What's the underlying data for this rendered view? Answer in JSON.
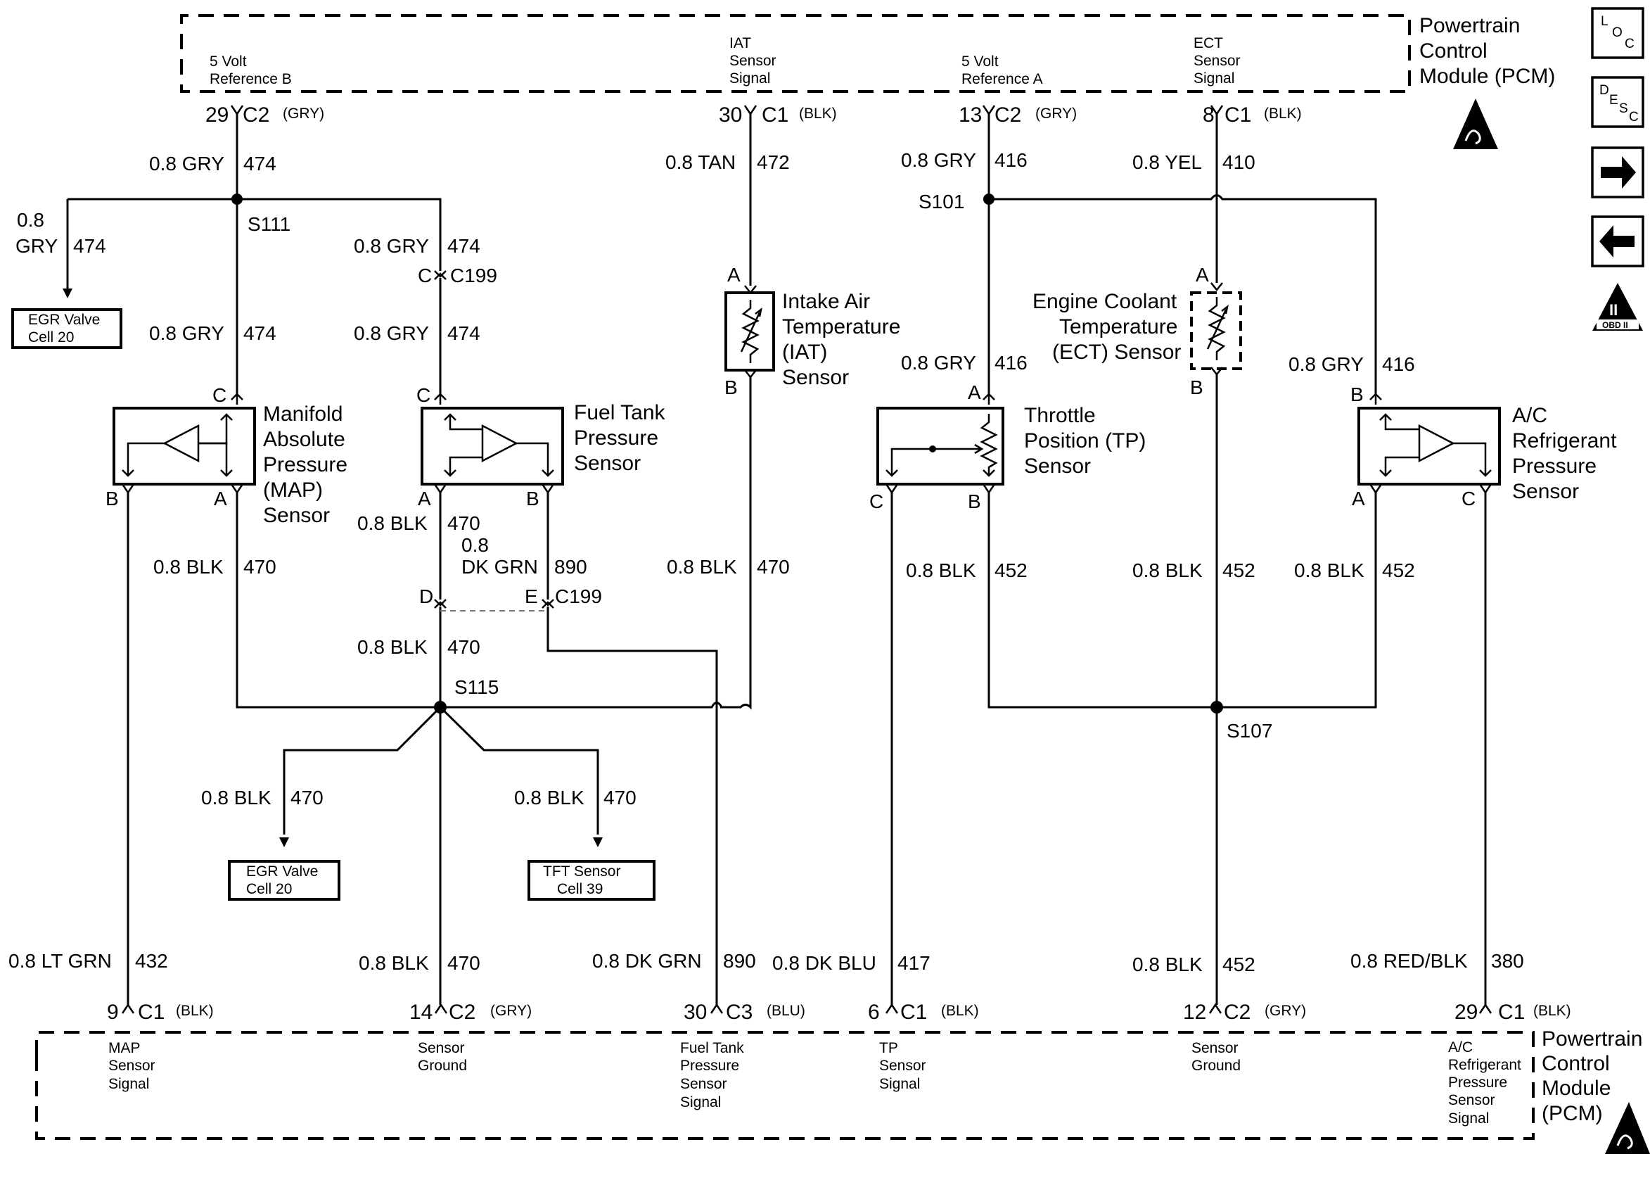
{
  "pcm_top": {
    "title_lines": [
      "Powertrain",
      "Control",
      "Module (PCM)"
    ],
    "pins": [
      {
        "lines": [
          "5 Volt",
          "Reference B"
        ],
        "pin": "29",
        "conn": "C2",
        "color": "(GRY)"
      },
      {
        "lines": [
          "IAT",
          "Sensor",
          "Signal"
        ],
        "pin": "30",
        "conn": "C1",
        "color": "(BLK)"
      },
      {
        "lines": [
          "5 Volt",
          "Reference A"
        ],
        "pin": "13",
        "conn": "C2",
        "color": "(GRY)"
      },
      {
        "lines": [
          "ECT",
          "Sensor",
          "Signal"
        ],
        "pin": "8",
        "conn": "C1",
        "color": "(BLK)"
      }
    ]
  },
  "pcm_bottom": {
    "title_lines": [
      "Powertrain",
      "Control",
      "Module",
      "(PCM)"
    ],
    "pins": [
      {
        "lines": [
          "MAP",
          "Sensor",
          "Signal"
        ],
        "pin": "9",
        "conn": "C1",
        "color": "(BLK)"
      },
      {
        "lines": [
          "Sensor",
          "Ground"
        ],
        "pin": "14",
        "conn": "C2",
        "color": "(GRY)"
      },
      {
        "lines": [
          "Fuel Tank",
          "Pressure",
          "Sensor",
          "Signal"
        ],
        "pin": "30",
        "conn": "C3",
        "color": "(BLU)"
      },
      {
        "lines": [
          "TP",
          "Sensor",
          "Signal"
        ],
        "pin": "6",
        "conn": "C1",
        "color": "(BLK)"
      },
      {
        "lines": [
          "Sensor",
          "Ground"
        ],
        "pin": "12",
        "conn": "C2",
        "color": "(GRY)"
      },
      {
        "lines": [
          "A/C",
          "Refrigerant",
          "Pressure",
          "Sensor",
          "Signal"
        ],
        "pin": "29",
        "conn": "C1",
        "color": "(BLK)"
      }
    ]
  },
  "wires": {
    "w474_top": {
      "gauge": "0.8 GRY",
      "circuit": "474"
    },
    "w474_egr": {
      "gauge_lines": [
        "0.8",
        "GRY"
      ],
      "circuit": "474"
    },
    "w474_map": {
      "gauge": "0.8 GRY",
      "circuit": "474"
    },
    "w474_ftp_upper": {
      "gauge": "0.8 GRY",
      "circuit": "474"
    },
    "w474_ftp_lower": {
      "gauge": "0.8 GRY",
      "circuit": "474"
    },
    "w472": {
      "gauge": "0.8 TAN",
      "circuit": "472"
    },
    "w416_top": {
      "gauge": "0.8 GRY",
      "circuit": "416"
    },
    "w410": {
      "gauge": "0.8 YEL",
      "circuit": "410"
    },
    "w416_tp": {
      "gauge": "0.8 GRY",
      "circuit": "416"
    },
    "w416_ac": {
      "gauge": "0.8 GRY",
      "circuit": "416"
    },
    "w470_map": {
      "gauge": "0.8 BLK",
      "circuit": "470"
    },
    "w470_ftp": {
      "gauge": "0.8 BLK",
      "circuit": "470"
    },
    "w890_ftp": {
      "gauge_lines": [
        "0.8",
        "DK GRN"
      ],
      "circuit": "890"
    },
    "w470_iat": {
      "gauge": "0.8 BLK",
      "circuit": "470"
    },
    "w470_mid": {
      "gauge": "0.8 BLK",
      "circuit": "470"
    },
    "w470_egr": {
      "gauge": "0.8 BLK",
      "circuit": "470"
    },
    "w470_tft": {
      "gauge": "0.8 BLK",
      "circuit": "470"
    },
    "w452_tp": {
      "gauge": "0.8 BLK",
      "circuit": "452"
    },
    "w452_ect": {
      "gauge": "0.8 BLK",
      "circuit": "452"
    },
    "w452_ac": {
      "gauge": "0.8 BLK",
      "circuit": "452"
    },
    "w432": {
      "gauge": "0.8 LT GRN",
      "circuit": "432"
    },
    "w470_bot": {
      "gauge": "0.8 BLK",
      "circuit": "470"
    },
    "w890_bot": {
      "gauge": "0.8 DK GRN",
      "circuit": "890"
    },
    "w417": {
      "gauge": "0.8 DK BLU",
      "circuit": "417"
    },
    "w452_bot": {
      "gauge": "0.8 BLK",
      "circuit": "452"
    },
    "w380": {
      "gauge": "0.8 RED/BLK",
      "circuit": "380"
    }
  },
  "splices": {
    "s111": "S111",
    "s115": "S115",
    "s101": "S101",
    "s107": "S107"
  },
  "connectors": {
    "c199_top": "C199",
    "c199_mid": "C199"
  },
  "components": {
    "map": {
      "lines": [
        "Manifold",
        "Absolute",
        "Pressure",
        "(MAP)",
        "Sensor"
      ],
      "pins": {
        "c": "C",
        "b": "B",
        "a": "A"
      }
    },
    "ftp": {
      "lines": [
        "Fuel Tank",
        "Pressure",
        "Sensor"
      ],
      "pins": {
        "c": "C",
        "a": "A",
        "b": "B"
      }
    },
    "iat": {
      "lines": [
        "Intake Air",
        "Temperature",
        "(IAT)",
        "Sensor"
      ],
      "pins": {
        "a": "A",
        "b": "B"
      }
    },
    "ect": {
      "lines": [
        "Engine Coolant",
        "Temperature",
        "(ECT) Sensor"
      ],
      "pins": {
        "a": "A",
        "b": "B"
      }
    },
    "tp": {
      "lines": [
        "Throttle",
        "Position (TP)",
        "Sensor"
      ],
      "pins": {
        "a": "A",
        "c": "C",
        "b": "B"
      }
    },
    "ac": {
      "lines": [
        "A/C",
        "Refrigerant",
        "Pressure",
        "Sensor"
      ],
      "pins": {
        "b": "B",
        "a": "A",
        "c": "C"
      }
    },
    "c199_pins": {
      "c": "C",
      "d": "D",
      "e": "E"
    }
  },
  "refs": {
    "egr_top": {
      "lines": [
        "EGR Valve",
        "Cell 20"
      ]
    },
    "egr_bot": {
      "lines": [
        "EGR Valve",
        "Cell 20"
      ]
    },
    "tft": {
      "lines": [
        "TFT Sensor",
        "Cell 39"
      ]
    }
  },
  "nav": {
    "loc": {
      "letters": [
        "L",
        "O",
        "C"
      ]
    },
    "desc": {
      "letters": [
        "D",
        "E",
        "S",
        "C"
      ]
    },
    "next": {
      "icon": "arrow-right-icon"
    },
    "prev": {
      "icon": "arrow-left-icon"
    },
    "obd": {
      "numeral": "II",
      "label": "OBD II"
    }
  }
}
